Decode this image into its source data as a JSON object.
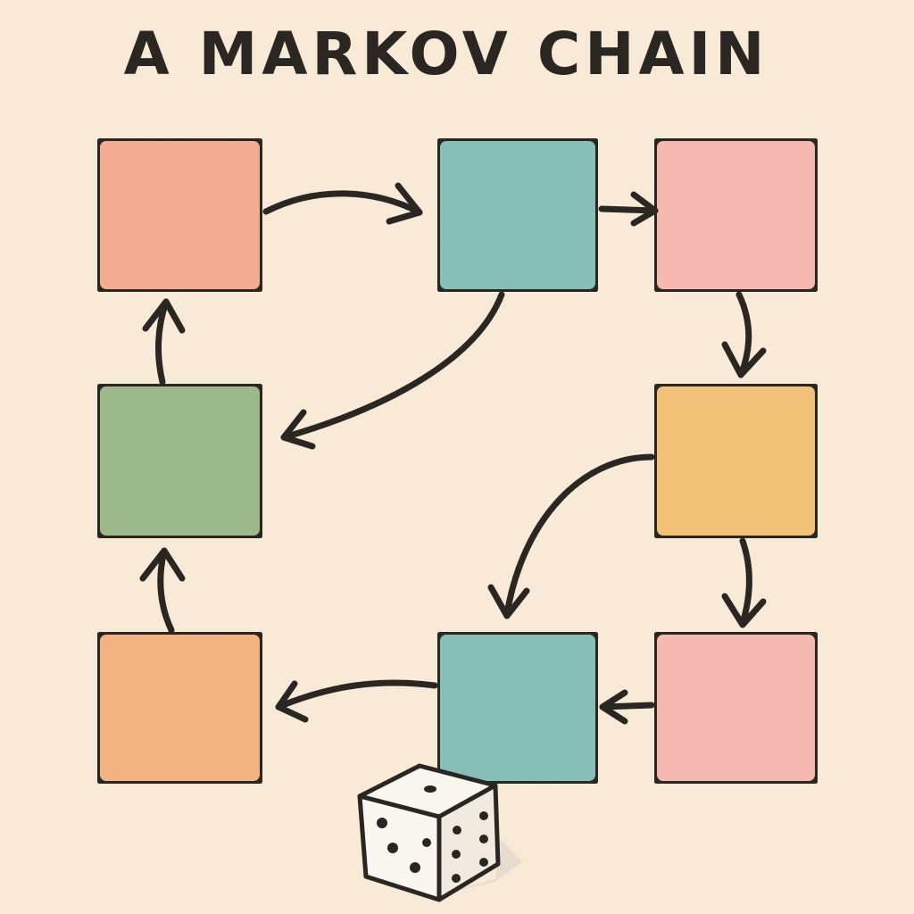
{
  "title": "A MARKOV CHAIN",
  "colors": {
    "background": "#f8ead6",
    "stroke": "#2a2723",
    "salmon": "#f4ad92",
    "teal": "#86c0b8",
    "pink": "#f6bab2",
    "green": "#9dba8d",
    "yellow": "#f3c37a",
    "orange": "#f3b482",
    "die_face": "#faf7f0",
    "die_shadow": "#e6ddce"
  },
  "states": [
    {
      "id": "state-top-left",
      "color": "salmon"
    },
    {
      "id": "state-top-middle",
      "color": "teal"
    },
    {
      "id": "state-top-right",
      "color": "pink"
    },
    {
      "id": "state-middle-left",
      "color": "green"
    },
    {
      "id": "state-middle-right",
      "color": "yellow"
    },
    {
      "id": "state-bottom-left",
      "color": "orange"
    },
    {
      "id": "state-bottom-middle",
      "color": "teal"
    },
    {
      "id": "state-bottom-right",
      "color": "pink"
    }
  ],
  "transitions": [
    {
      "from": "state-top-left",
      "to": "state-top-middle"
    },
    {
      "from": "state-top-middle",
      "to": "state-top-right"
    },
    {
      "from": "state-top-right",
      "to": "state-middle-right"
    },
    {
      "from": "state-top-middle",
      "to": "state-middle-left"
    },
    {
      "from": "state-middle-left",
      "to": "state-top-left"
    },
    {
      "from": "state-middle-right",
      "to": "state-bottom-middle"
    },
    {
      "from": "state-middle-right",
      "to": "state-bottom-right"
    },
    {
      "from": "state-bottom-right",
      "to": "state-bottom-middle"
    },
    {
      "from": "state-bottom-middle",
      "to": "state-bottom-left"
    },
    {
      "from": "state-bottom-left",
      "to": "state-middle-left"
    }
  ],
  "icons": {
    "die": "dice-icon"
  }
}
